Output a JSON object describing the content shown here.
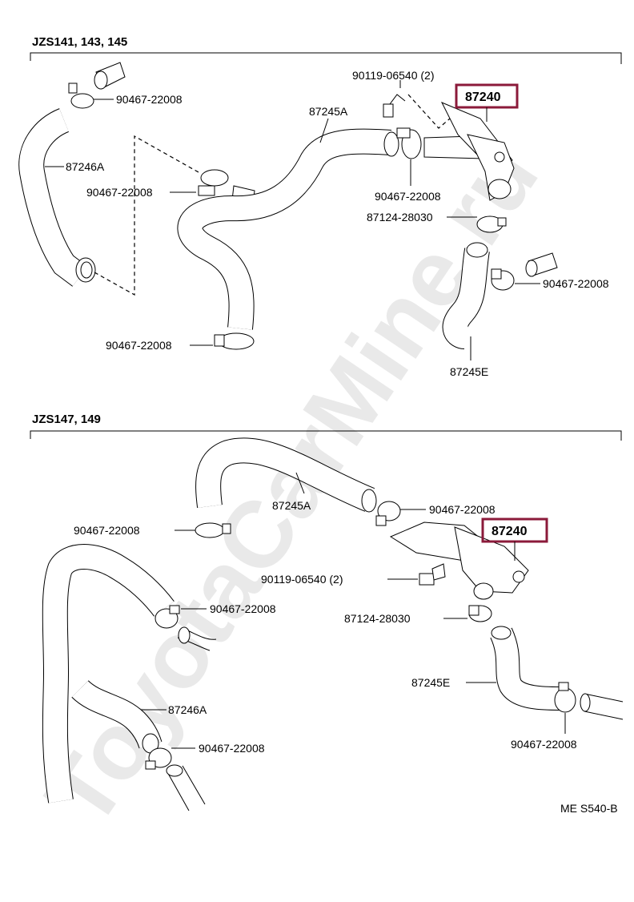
{
  "watermark": "ToyotaCarMine.ru",
  "highlight_color": "#8b1a3a",
  "sections": [
    {
      "header": "JZS141, 143, 145",
      "labels": {
        "clamp_top_left": "90467-22008",
        "bolt": "90119-06540 (2)",
        "valve": "87240",
        "hose_a": "87245A",
        "hose_246a": "87246A",
        "clamp_mid_left": "90467-22008",
        "clamp_valve": "90467-22008",
        "clamp_small": "87124-28030",
        "clamp_right": "90467-22008",
        "clamp_bottom": "90467-22008",
        "hose_e": "87245E"
      }
    },
    {
      "header": "JZS147, 149",
      "labels": {
        "hose_a": "87245A",
        "clamp_top": "90467-22008",
        "valve": "87240",
        "clamp_left": "90467-22008",
        "bolt": "90119-06540 (2)",
        "clamp_mid": "90467-22008",
        "clamp_small": "87124-28030",
        "hose_e": "87245E",
        "hose_246a": "87246A",
        "clamp_bottom_left": "90467-22008",
        "clamp_bottom_right": "90467-22008"
      }
    }
  ],
  "figure_code": "ME S540-B"
}
